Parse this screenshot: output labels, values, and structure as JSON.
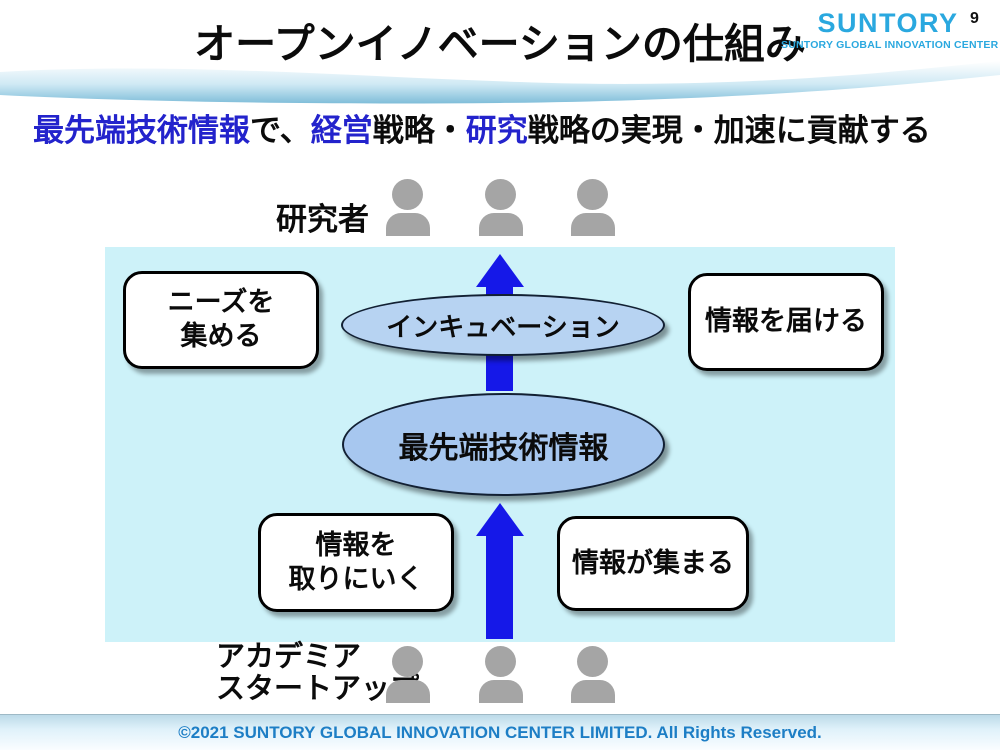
{
  "page": {
    "number": "9",
    "title": "オープンイノベーションの仕組み"
  },
  "logo": {
    "wordmark": "SUNTORY",
    "subtitle": "SUNTORY GLOBAL INNOVATION CENTER"
  },
  "lead": {
    "parts": [
      {
        "text": "最先端技術情報",
        "emphasis": "blue"
      },
      {
        "text": "で、",
        "emphasis": "black"
      },
      {
        "text": "経営",
        "emphasis": "blue"
      },
      {
        "text": "戦略・",
        "emphasis": "black"
      },
      {
        "text": "研究",
        "emphasis": "blue"
      },
      {
        "text": "戦略の実現・加速に貢献する",
        "emphasis": "black"
      }
    ]
  },
  "diagram": {
    "top_actor": "研究者",
    "bottom_actor": "アカデミア\nスタートアップ",
    "incubation_ellipse": "インキュベーション",
    "core_ellipse": "最先端技術情報",
    "box_collect_needs": "ニーズを\n集める",
    "box_deliver_info": "情報を届ける",
    "box_fetch_info": "情報を\n取りにいく",
    "box_info_gathers": "情報が集まる"
  },
  "footer": {
    "copyright": "©2021 SUNTORY GLOBAL INNOVATION CENTER LIMITED. All Rights Reserved."
  },
  "colors": {
    "lead_emphasis_blue": "#2323CC",
    "arrow_blue": "#1518E8",
    "suntory_blue": "#2AA8DF",
    "footer_text_blue": "#1D7EC5",
    "panel_cyan": "#CDF2F9",
    "incubation_ellipse_fill": "#B7D3F2",
    "core_ellipse_fill": "#A7C7EF",
    "person_icon_gray": "#A5A5A5"
  }
}
